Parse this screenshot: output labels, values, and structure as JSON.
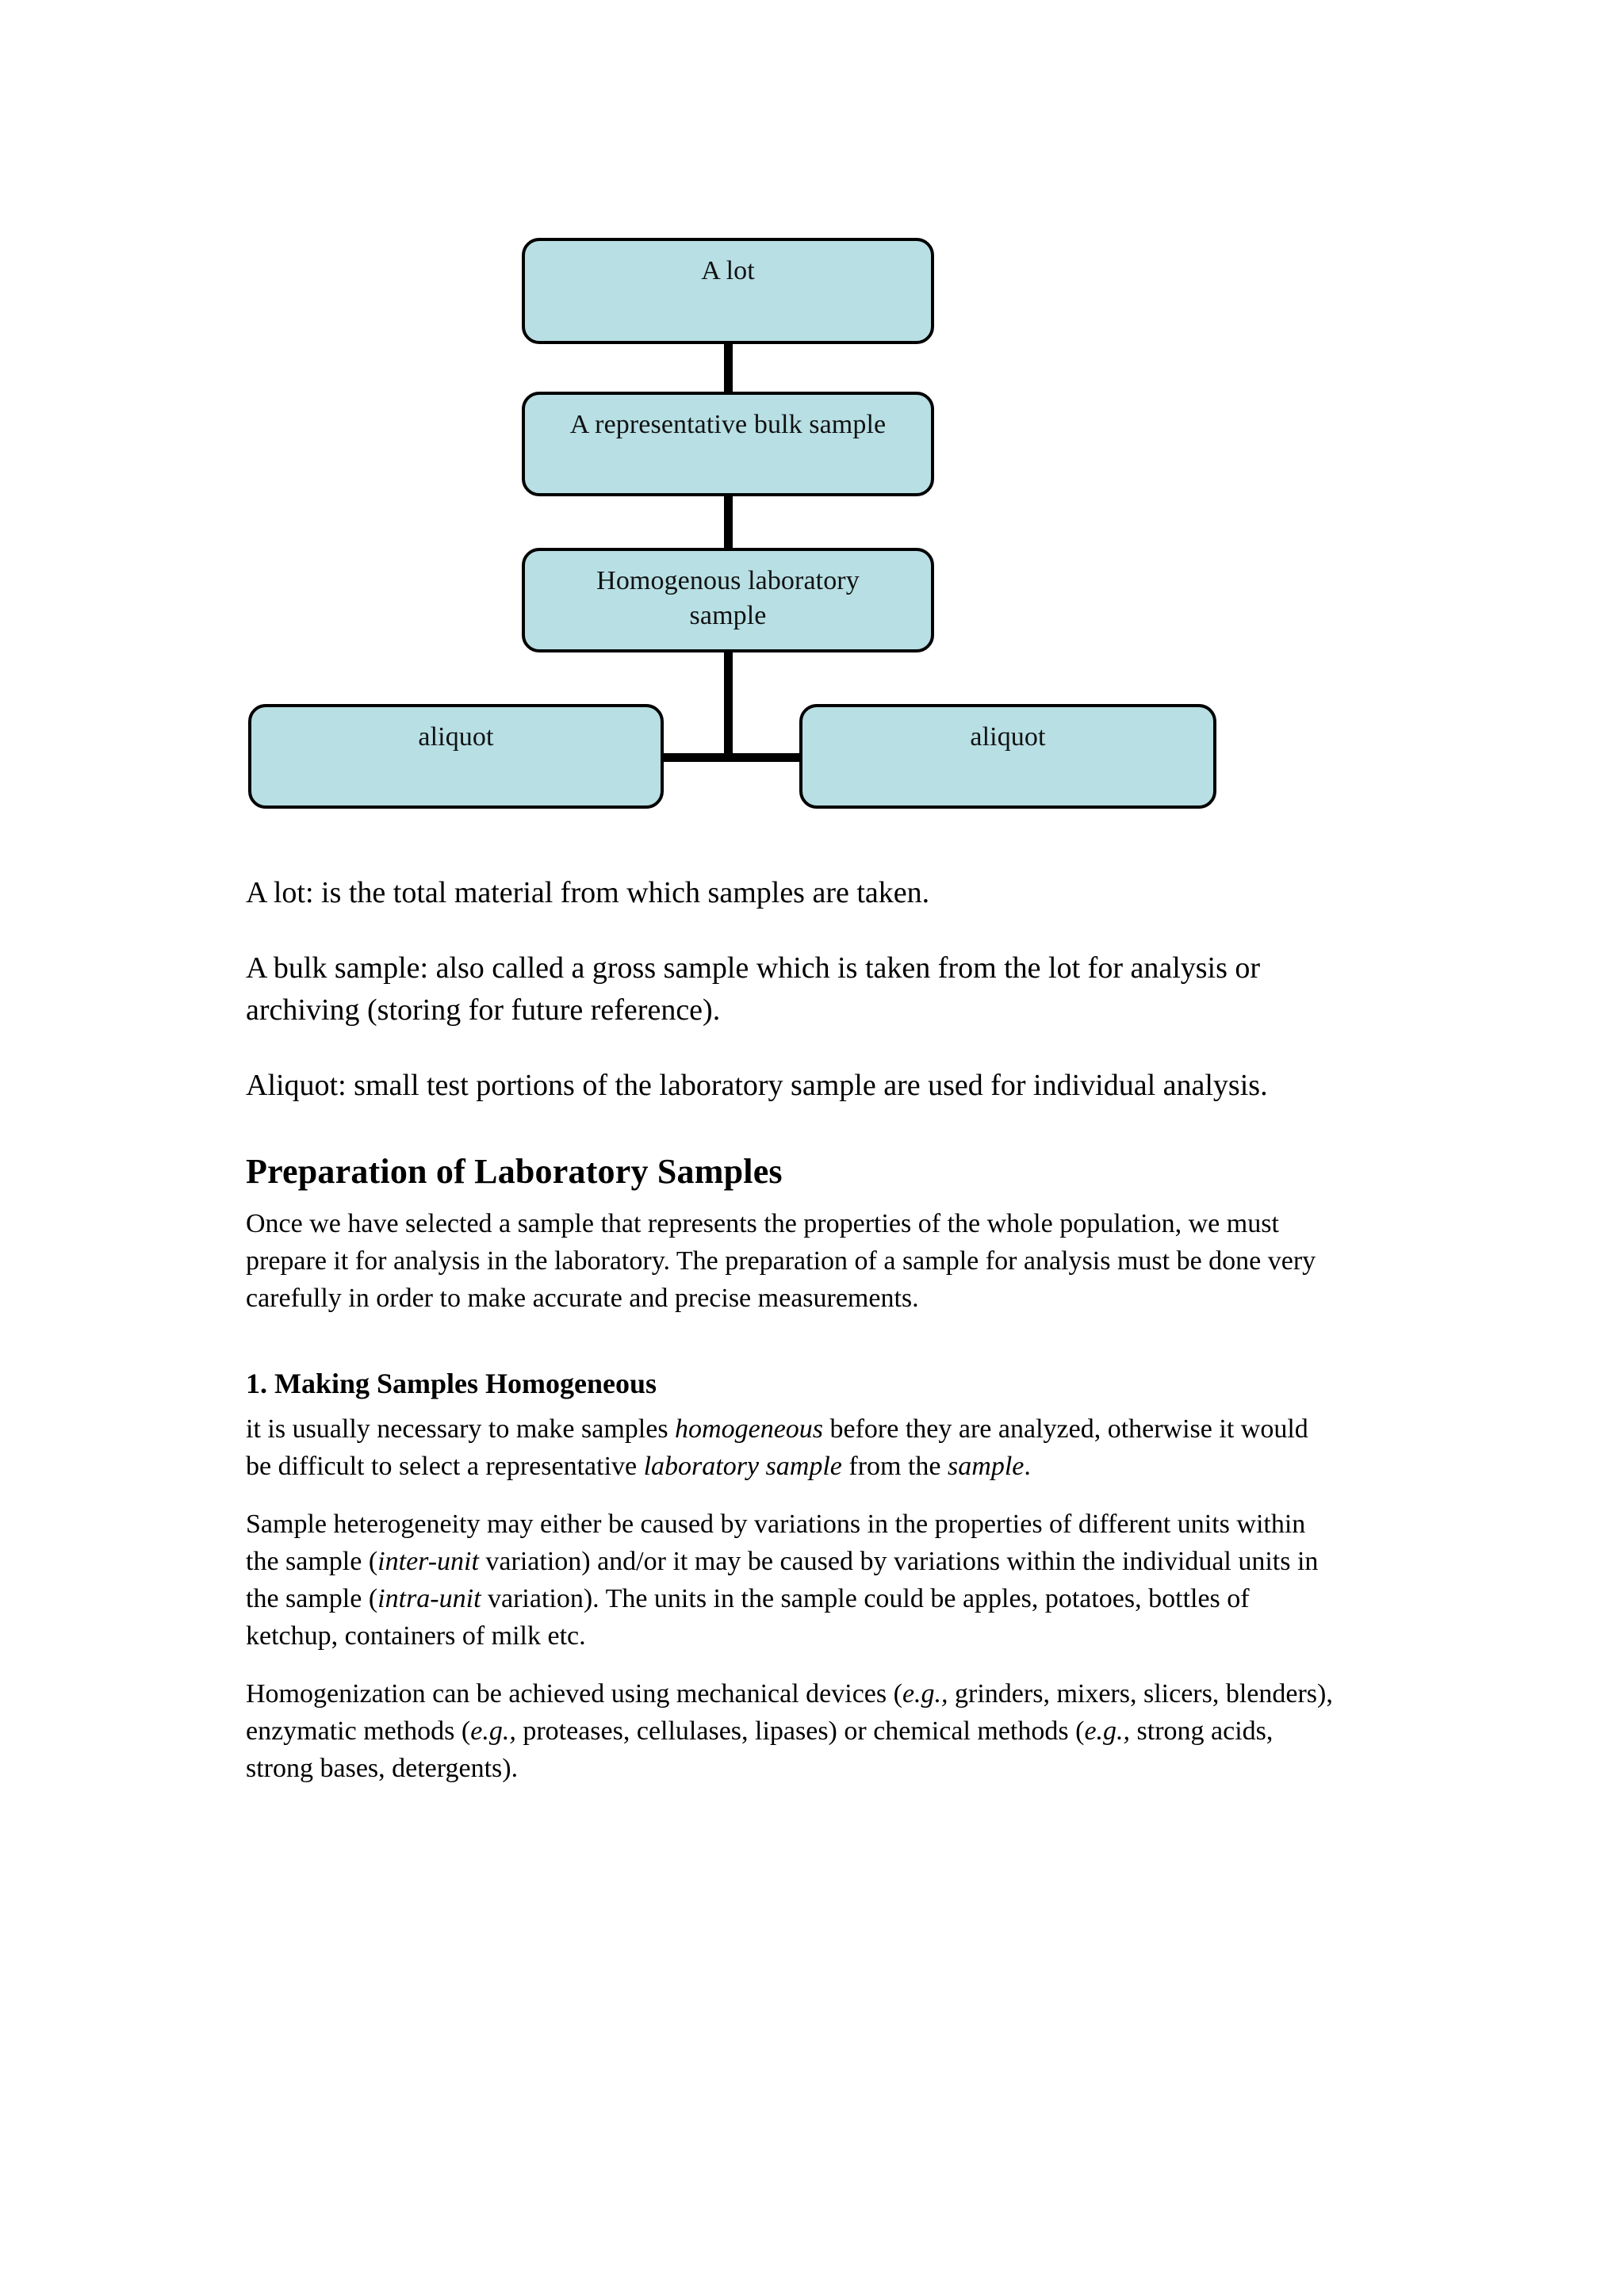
{
  "document": {
    "diagram": {
      "name": "sampling-hierarchy-flowchart",
      "fill_color": "#b7dfe4",
      "border_color": "#000000",
      "nodes": [
        {
          "id": "lot",
          "label": "A lot"
        },
        {
          "id": "bulk",
          "label": "A representative bulk sample"
        },
        {
          "id": "homogenous",
          "label": "Homogenous laboratory\nsample"
        },
        {
          "id": "aliquot_left",
          "label": "aliquot"
        },
        {
          "id": "aliquot_right",
          "label": "aliquot"
        }
      ]
    },
    "definitions": [
      {
        "term": "A lot",
        "text": "A lot: is the total material from which samples are taken."
      },
      {
        "term": "A bulk sample",
        "text": "A bulk sample: also called a gross sample which is taken from the lot for analysis or archiving (storing for future reference)."
      },
      {
        "term": "Aliquot",
        "text": "Aliquot: small test portions of the laboratory sample are used for individual analysis."
      }
    ],
    "sections": [
      {
        "heading": "Preparation of Laboratory Samples",
        "paragraphs": [
          "Once we have selected a sample that represents the properties of the whole population, we must prepare it for analysis in the laboratory. The preparation of a sample for analysis must be done very carefully in order to make accurate and precise measurements."
        ]
      },
      {
        "heading": "1. Making Samples Homogeneous",
        "paragraphs": [
          "it is usually necessary to make samples homogeneous before they are analyzed, otherwise it would be difficult to select a representative laboratory sample from the sample.",
          "Sample heterogeneity may either be caused by variations in the properties of different units within the sample (inter-unit variation) and/or it may be caused by variations within the individual units in the sample (intra-unit variation). The units in the sample could be apples, potatoes, bottles of ketchup, containers of milk etc.",
          "Homogenization can be achieved using mechanical devices (e.g., grinders, mixers, slicers, blenders), enzymatic methods (e.g., proteases, cellulases, lipases) or chemical methods (e.g., strong acids, strong bases, detergents)."
        ]
      }
    ],
    "rich_text": {
      "def_lot": "A lot: is the total material from which samples are taken.",
      "def_bulk": "A bulk sample: also called a gross sample which is taken from the lot for analysis or archiving (storing for future reference).",
      "def_aliquot": "Aliquot: small test portions of the laboratory sample are used for individual analysis.",
      "prep_heading": "Preparation of Laboratory Samples",
      "prep_para": "Once we have selected a sample that represents the properties of the whole population, we must prepare it for analysis in the laboratory. The preparation of a sample for analysis must be done very carefully in order to make accurate and precise measurements.",
      "homog_heading": "1. Making Samples Homogeneous",
      "homog_p1_a": "it is usually necessary to make samples ",
      "homog_p1_i1": "homogeneous",
      "homog_p1_b": " before they are analyzed, otherwise it would be difficult to select a representative ",
      "homog_p1_i2": "laboratory sample",
      "homog_p1_c": " from the ",
      "homog_p1_i3": "sample",
      "homog_p1_d": ".",
      "homog_p2_a": "Sample heterogeneity may either be caused by variations in the properties of different units within the sample (",
      "homog_p2_i1": "inter-unit",
      "homog_p2_b": " variation) and/or it may be caused by variations within the individual units in the sample (",
      "homog_p2_i2": "intra-unit",
      "homog_p2_c": " variation). The units in the sample could be apples, potatoes, bottles of ketchup, containers of milk etc.",
      "homog_p3_a": "Homogenization can be achieved using mechanical devices (",
      "homog_p3_i1": "e.g.,",
      "homog_p3_b": " grinders, mixers, slicers, blenders), enzymatic methods (",
      "homog_p3_i2": "e.g.,",
      "homog_p3_c": " proteases, cellulases, lipases) or chemical methods (",
      "homog_p3_i3": "e.g.,",
      "homog_p3_d": " strong acids, strong bases, detergents)."
    },
    "diagram_labels": {
      "lot": "A lot",
      "bulk": "A representative bulk sample",
      "homog_line1": "Homogenous laboratory",
      "homog_line2": "sample",
      "aliquot_left": "aliquot",
      "aliquot_right": "aliquot"
    }
  }
}
